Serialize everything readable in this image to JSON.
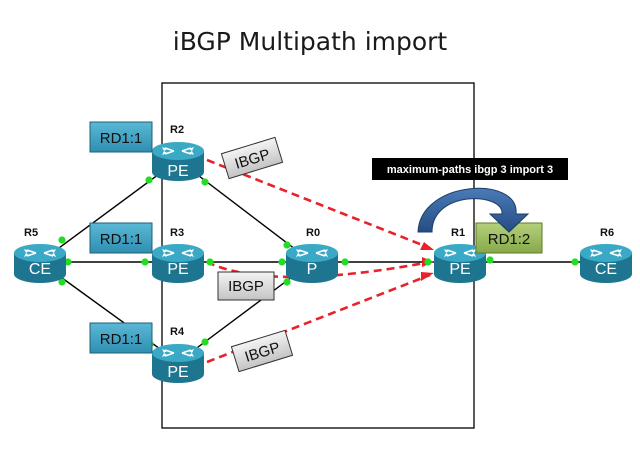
{
  "title": "iBGP Multipath import",
  "colors": {
    "router_top": "#2d9bb6",
    "router_side": "#1c7086",
    "rd_fill": "#41a4c4",
    "rd_import_fill": "#9bbb59",
    "session_line": "#e8212a",
    "link_line": "#000000",
    "port_dot": "#22dd22",
    "note_fill": "#000000",
    "arrow_fill": "#2e5c96"
  },
  "routers": {
    "r5": {
      "name": "R5",
      "role": "CE"
    },
    "r2": {
      "name": "R2",
      "role": "PE"
    },
    "r3": {
      "name": "R3",
      "role": "PE"
    },
    "r4": {
      "name": "R4",
      "role": "PE"
    },
    "r0": {
      "name": "R0",
      "role": "P"
    },
    "r1": {
      "name": "R1",
      "role": "PE"
    },
    "r6": {
      "name": "R6",
      "role": "CE"
    }
  },
  "route_distinguishers": {
    "r2": "RD1:1",
    "r3": "RD1:1",
    "r4": "RD1:1",
    "r1_import": "RD1:2"
  },
  "sessions": {
    "r2": "IBGP",
    "r3": "IBGP",
    "r4": "IBGP"
  },
  "command_note": "maximum-paths ibgp 3 import 3",
  "router_icon": "router-icon"
}
